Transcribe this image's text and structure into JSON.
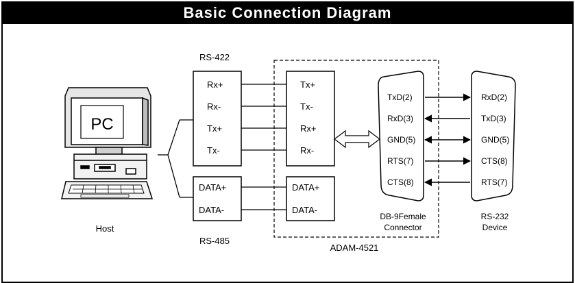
{
  "title": "Basic Connection Diagram",
  "pc": {
    "screen_label": "PC",
    "caption": "Host"
  },
  "rs422": {
    "title": "RS-422",
    "pins": [
      "Rx+",
      "Rx-",
      "Tx+",
      "Tx-"
    ]
  },
  "rs485": {
    "title": "RS-485",
    "pins": [
      "DATA+",
      "DATA-"
    ]
  },
  "adam": {
    "name": "ADAM-4521",
    "rs422_pins": [
      "Tx+",
      "Tx-",
      "Rx+",
      "Rx-"
    ],
    "rs485_pins": [
      "DATA+",
      "DATA-"
    ]
  },
  "db9": {
    "pins": [
      "TxD(2)",
      "RxD(3)",
      "GND(5)",
      "RTS(7)",
      "CTS(8)"
    ],
    "caption_line1": "DB-9Female",
    "caption_line2": "Connector"
  },
  "rs232": {
    "pins": [
      "RxD(2)",
      "TxD(3)",
      "GND(5)",
      "CTS(8)",
      "RTS(7)"
    ],
    "caption_line1": "RS-232",
    "caption_line2": "Device"
  },
  "links": [
    "right",
    "left",
    "both",
    "right",
    "left"
  ]
}
